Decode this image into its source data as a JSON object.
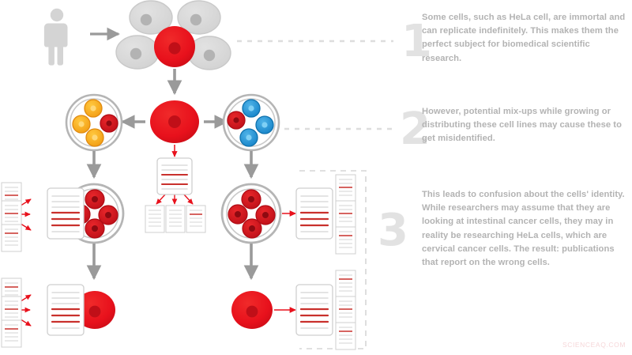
{
  "meta": {
    "watermark": "SCIENCEAQ.COM",
    "background": "#ffffff"
  },
  "palette": {
    "red": "#e8111c",
    "red_dark": "#b8101a",
    "red_line": "#d43a34",
    "grey_cell": "#d8d8d8",
    "grey_nucleus": "#b0b0b0",
    "grey_arrow": "#9a9a9a",
    "grey_dish_ring": "#b5b5b5",
    "orange": "#f5a81c",
    "orange_dark": "#e08a10",
    "blue": "#2196d6",
    "blue_dark": "#1072ad",
    "text_grey": "#b3b3b3",
    "number_grey": "#e2e2e2",
    "doc_border": "#cfcfcf",
    "doc_line": "#dcdcdc",
    "watermark_pink": "#f6d7d9"
  },
  "steps": [
    {
      "number": "1",
      "text": "Some cells, such as HeLa cell, are immortal and can replicate indefinitely. This makes them the perfect subject for biomedical scientific research."
    },
    {
      "number": "2",
      "text": "However, potential mix-ups while growing or distributing these cell lines may cause these to get misidentified."
    },
    {
      "number": "3",
      "text": "This leads to confusion about  the cells' identity. While researchers may assume that they are looking at intestinal cancer cells, they may in reality be researching HeLa cells, which are cervical cancer cells. The result: publications that report on the wrong cells."
    }
  ],
  "diagram": {
    "title": "HeLa cell line contamination infographic",
    "nodes": [
      {
        "id": "human-figure",
        "label": "human donor figure",
        "kind": "person",
        "color": "#d8d8d8"
      },
      {
        "id": "cell-cluster-top",
        "label": "cluster of five cells with one red HeLa cell",
        "kind": "cell-cluster",
        "grey_count": 4,
        "red_count": 1
      },
      {
        "id": "hela-cell-center",
        "label": "red HeLa cell",
        "kind": "cell",
        "color": "#e8111c"
      },
      {
        "id": "dish-orange",
        "label": "petri dish with three orange cells and one red cell",
        "kind": "dish",
        "orange_count": 3,
        "red_count": 1
      },
      {
        "id": "dish-blue",
        "label": "petri dish with three blue cells and one red cell",
        "kind": "dish",
        "blue_count": 3,
        "red_count": 1
      },
      {
        "id": "dish-red-left",
        "label": "petri dish with four red cells",
        "kind": "dish",
        "red_count": 4
      },
      {
        "id": "dish-red-right",
        "label": "petri dish with four red cells",
        "kind": "dish",
        "red_count": 4
      },
      {
        "id": "hela-cell-bottom-left",
        "label": "red HeLa cell",
        "kind": "cell",
        "color": "#e8111c"
      },
      {
        "id": "hela-cell-bottom-right",
        "label": "red HeLa cell",
        "kind": "cell",
        "color": "#e8111c"
      },
      {
        "id": "publication-center",
        "label": "publication document with highlighted red lines",
        "kind": "document"
      },
      {
        "id": "publication-mid-left",
        "label": "publication document with highlighted red lines",
        "kind": "document"
      },
      {
        "id": "publication-mid-right",
        "label": "publication document with highlighted red lines",
        "kind": "document"
      },
      {
        "id": "publication-bottom-left",
        "label": "publication document with highlighted red lines",
        "kind": "document"
      },
      {
        "id": "publication-bottom-right",
        "label": "publication document with highlighted red lines",
        "kind": "document"
      },
      {
        "id": "citation-group-center",
        "label": "three citing papers",
        "kind": "document-group",
        "count": 3
      },
      {
        "id": "citation-group-mid-left",
        "label": "three citing papers",
        "kind": "document-group",
        "count": 3
      },
      {
        "id": "citation-group-mid-right",
        "label": "three citing papers",
        "kind": "document-group",
        "count": 3
      },
      {
        "id": "citation-group-bottom-left",
        "label": "three citing papers",
        "kind": "document-group",
        "count": 3
      },
      {
        "id": "citation-group-bottom-right",
        "label": "three citing papers",
        "kind": "document-group",
        "count": 3
      }
    ],
    "connectors": [
      {
        "from": "human-figure",
        "to": "cell-cluster-top",
        "style": "grey-arrow"
      },
      {
        "from": "cell-cluster-top",
        "to": "hela-cell-center",
        "style": "grey-arrow"
      },
      {
        "from": "hela-cell-center",
        "to": "dish-orange",
        "style": "grey-arrow"
      },
      {
        "from": "hela-cell-center",
        "to": "dish-blue",
        "style": "grey-arrow"
      },
      {
        "from": "hela-cell-center",
        "to": "publication-center",
        "style": "red-arrow"
      },
      {
        "from": "dish-orange",
        "to": "dish-red-left",
        "style": "grey-arrow"
      },
      {
        "from": "dish-blue",
        "to": "dish-red-right",
        "style": "grey-arrow"
      },
      {
        "from": "dish-red-left",
        "to": "publication-mid-left",
        "style": "red-arrow"
      },
      {
        "from": "dish-red-right",
        "to": "publication-mid-right",
        "style": "red-arrow"
      },
      {
        "from": "dish-red-left",
        "to": "hela-cell-bottom-left",
        "style": "grey-arrow"
      },
      {
        "from": "dish-red-right",
        "to": "hela-cell-bottom-right",
        "style": "grey-arrow"
      },
      {
        "from": "hela-cell-bottom-left",
        "to": "publication-bottom-left",
        "style": "red-arrow"
      },
      {
        "from": "hela-cell-bottom-right",
        "to": "publication-bottom-right",
        "style": "red-arrow"
      }
    ],
    "highlight_box": {
      "label": "misidentified-results-region",
      "style": "dashed"
    }
  }
}
